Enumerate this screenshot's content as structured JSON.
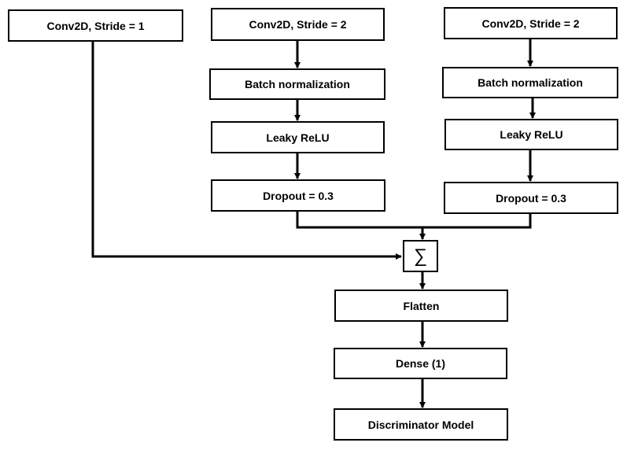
{
  "nodes": {
    "conv_left": "Conv2D, Stride = 1",
    "conv_mid": "Conv2D, Stride = 2",
    "bn_mid": "Batch normalization",
    "relu_mid": "Leaky ReLU",
    "drop_mid": "Dropout = 0.3",
    "conv_right": "Conv2D, Stride = 2",
    "bn_right": "Batch normalization",
    "relu_right": "Leaky ReLU",
    "drop_right": "Dropout = 0.3",
    "sum_symbol": "∑",
    "flatten": "Flatten",
    "dense": "Dense (1)",
    "output": "Discriminator Model"
  }
}
